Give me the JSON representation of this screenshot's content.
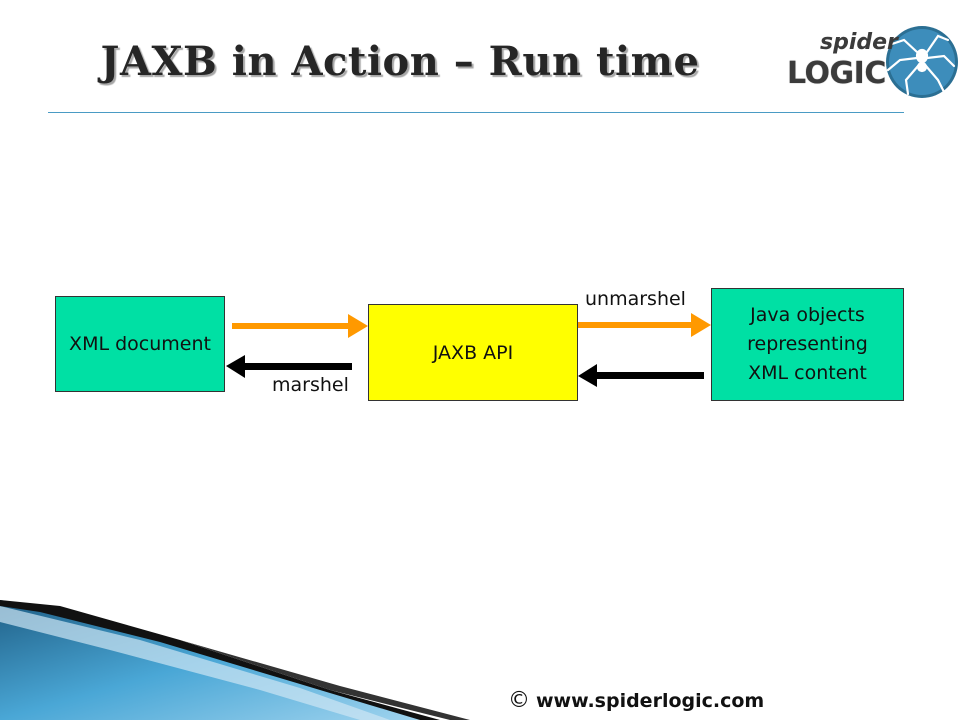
{
  "slide": {
    "title": "JAXB in Action – Run time",
    "footer_symbol": "©",
    "footer_url": "www.spiderlogic.com"
  },
  "logo": {
    "line1": "spider",
    "line2": "LOGIC"
  },
  "diagram": {
    "nodes": {
      "xml": "XML document",
      "jaxb": "JAXB API",
      "java_lines": [
        "Java objects",
        "representing",
        "XML content"
      ]
    },
    "edges": {
      "unmarshel": "unmarshel",
      "marshel": "marshel"
    },
    "colors": {
      "node_green": "#00e0a4",
      "node_yellow": "#ffff00",
      "arrow_orange": "#ff9900",
      "arrow_black": "#000000",
      "title_rule": "#4a9bc4"
    }
  }
}
